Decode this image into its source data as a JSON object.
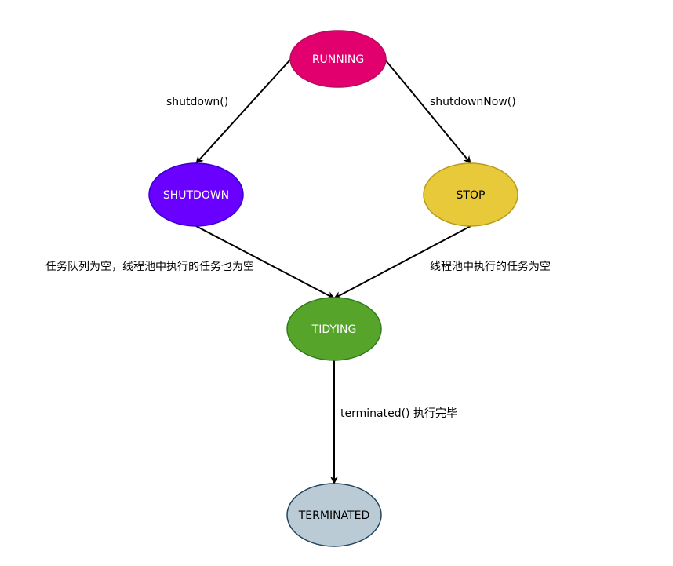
{
  "nodes": {
    "running": {
      "label": "RUNNING",
      "fill": "#e2006f",
      "stroke": "#b80a5e",
      "text_color": "#ffffff"
    },
    "shutdown": {
      "label": "SHUTDOWN",
      "fill": "#6a00ff",
      "stroke": "#3700cc",
      "text_color": "#ffffff"
    },
    "stop": {
      "label": "STOP",
      "fill": "#e8c93a",
      "stroke": "#b89a1e",
      "text_color": "#000000"
    },
    "tidying": {
      "label": "TIDYING",
      "fill": "#57a42a",
      "stroke": "#2e7d1a",
      "text_color": "#ffffff"
    },
    "terminated": {
      "label": "TERMINATED",
      "fill": "#bacbd6",
      "stroke": "#23445d",
      "text_color": "#000000"
    }
  },
  "edges": {
    "running_to_shutdown": {
      "label": "shutdown()"
    },
    "running_to_stop": {
      "label": "shutdownNow()"
    },
    "shutdown_to_tidying": {
      "label": "任务队列为空，线程池中执行的任务也为空"
    },
    "stop_to_tidying": {
      "label": "线程池中执行的任务为空"
    },
    "tidying_to_terminated": {
      "label": "terminated() 执行完毕"
    }
  },
  "colors": {
    "edge": "#000000"
  }
}
